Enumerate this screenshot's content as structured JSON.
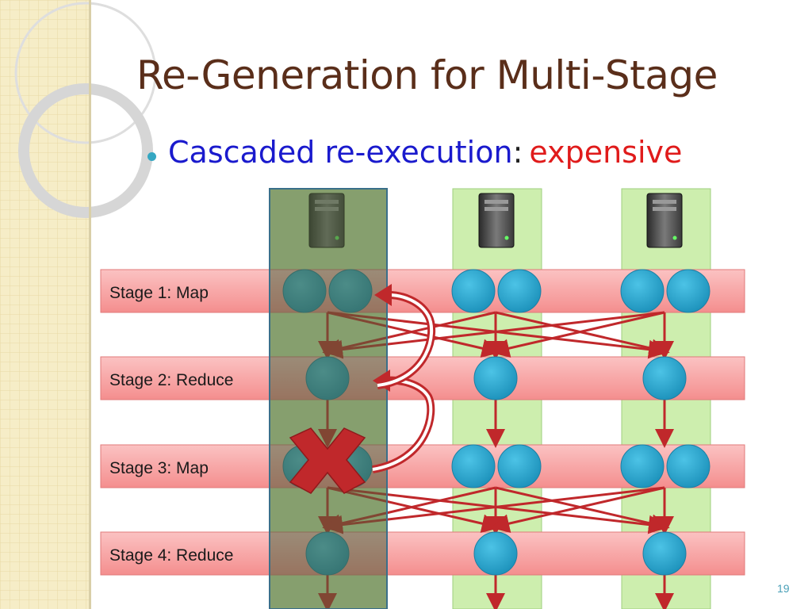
{
  "slide": {
    "title": "Re-Generation for Multi-Stage",
    "bullet": {
      "label": "Cascaded re-execution",
      "separator": ":",
      "emphasis": "expensive"
    },
    "page_number": "19"
  },
  "diagram": {
    "stages": [
      {
        "label": "Stage 1: Map",
        "nodes": 2
      },
      {
        "label": "Stage 2: Reduce",
        "nodes": 1
      },
      {
        "label": "Stage 3: Map",
        "nodes": 2
      },
      {
        "label": "Stage 4: Reduce",
        "nodes": 1
      }
    ],
    "machines": [
      {
        "id": "machine-1",
        "state": "failed"
      },
      {
        "id": "machine-2",
        "state": "ok"
      },
      {
        "id": "machine-3",
        "state": "ok"
      }
    ],
    "colors": {
      "stage_band": "#f7a0a0",
      "machine_column": "#cdeeae",
      "failed_column": "#6e8a4e",
      "node": "#33aed2",
      "arrow": "#c0282b",
      "cross": "#c0282b",
      "title": "#5a2e1a",
      "bullet_text": "#1a1acd",
      "bullet_emphasis": "#e01b1b"
    },
    "icons": [
      "server-icon",
      "failure-cross-icon",
      "recompute-arrow-icon"
    ]
  }
}
